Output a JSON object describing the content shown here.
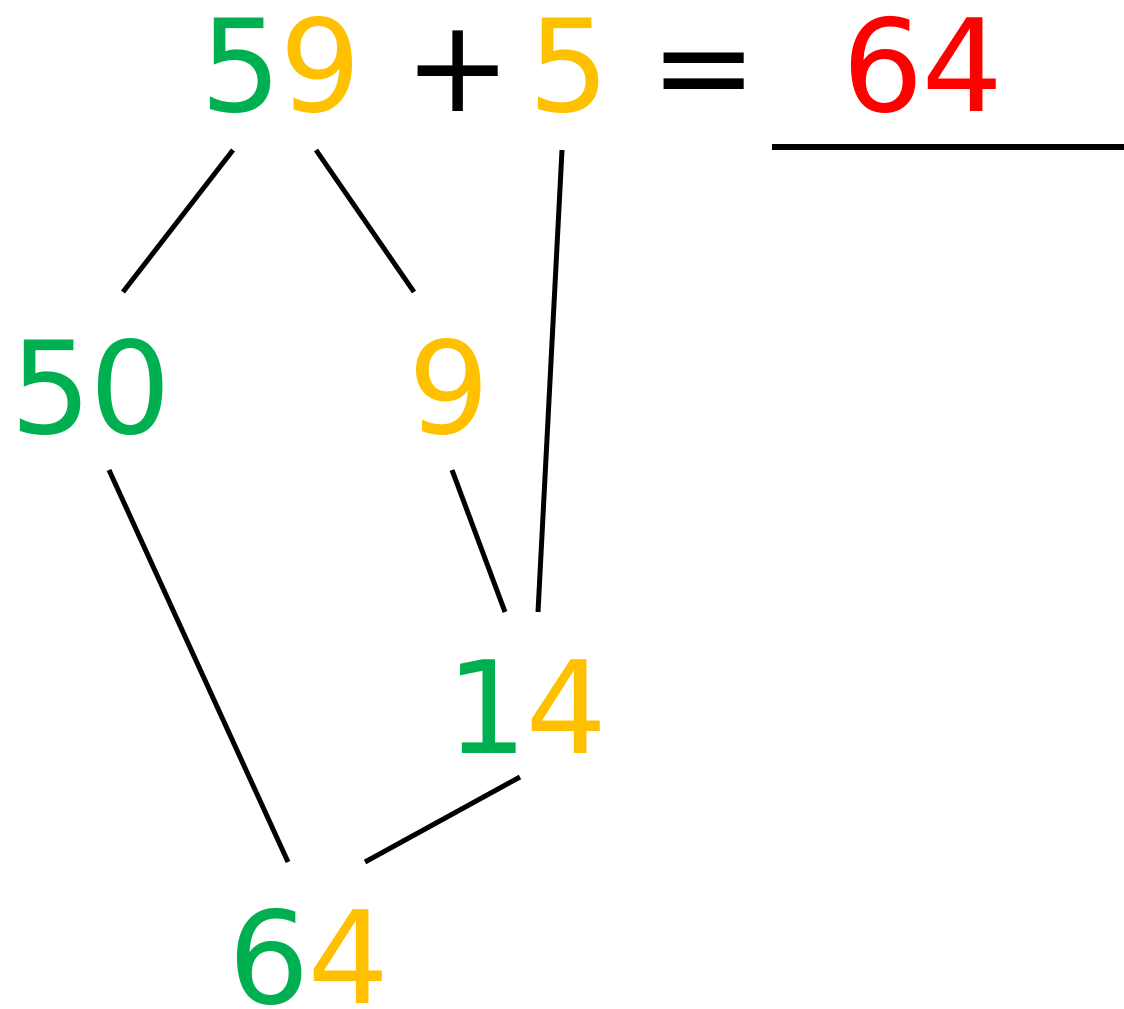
{
  "equation": {
    "addend1_tens": "5",
    "addend1_ones": "9",
    "plus": "+",
    "addend2": "5",
    "equals": "=",
    "answer": "64"
  },
  "split": {
    "tens": "50",
    "ones": "9"
  },
  "partial_sum": {
    "tens_digit": "1",
    "ones_digit": "4"
  },
  "total": {
    "tens_digit": "6",
    "ones_digit": "4"
  },
  "colors": {
    "green": "#00b050",
    "yellow": "#ffc000",
    "red": "#ff0000",
    "black": "#000000"
  }
}
